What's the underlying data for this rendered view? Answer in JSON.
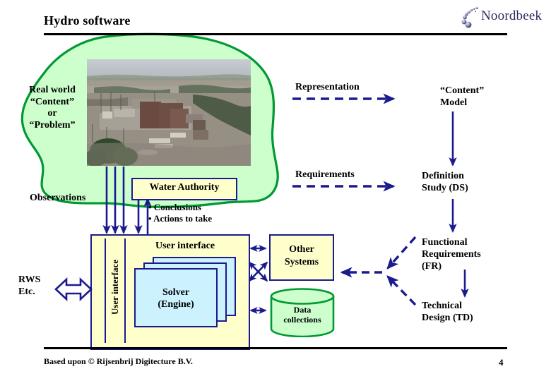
{
  "slide": {
    "title": "Hydro software",
    "footer_note": "Based upon © Rijsenbrij Digitecture B.V.",
    "page_number": "4",
    "logo_text": "Noordbeek"
  },
  "colors": {
    "blob_fill": "#ccffcc",
    "blob_stroke": "#009933",
    "box_fill": "#ffffcc",
    "box_stroke": "#1b1b8f",
    "solver_fill": "#ccf2ff",
    "arrow_blue": "#1b1b8f",
    "cylinder_fill": "#ccffcc",
    "cylinder_stroke": "#009933",
    "logo_navy": "#2a2a5e",
    "text_black": "#000000"
  },
  "labels": {
    "real_world": "Real world\n“Content”\nor\n“Problem”",
    "real_world_lines": [
      "Real world",
      "“Content”",
      "or",
      "“Problem”"
    ],
    "observations": "Observations",
    "representation": "Representation",
    "requirements": "Requirements",
    "content_model_lines": [
      "“Content”",
      "Model"
    ],
    "definition_study_lines": [
      "Definition",
      "Study (DS)"
    ],
    "functional_requirements_lines": [
      "Functional",
      "Requirements",
      "(FR)"
    ],
    "technical_design_lines": [
      "Technical",
      "Design (TD)"
    ],
    "rws_lines": [
      "RWS",
      "Etc."
    ]
  },
  "boxes": {
    "water_authority": "Water Authority",
    "bullets": [
      "• Conclusions",
      "• Actions to take"
    ],
    "app": {
      "sidebar_label": "User interface",
      "title_label": "User interface",
      "solver_lines": [
        "Solver",
        "(Engine)"
      ]
    },
    "other_systems_lines": [
      "Other",
      "Systems"
    ],
    "data_collections_lines": [
      "Data",
      "collections"
    ]
  },
  "photo": {
    "alt": "aerial photograph of a flooded industrial site and river"
  }
}
